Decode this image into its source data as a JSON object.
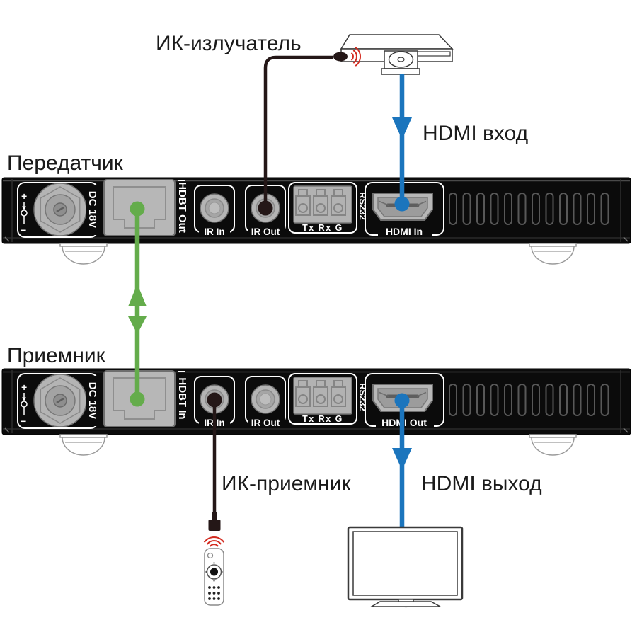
{
  "colors": {
    "blue": "#1b75bd",
    "green": "#64ac4b",
    "red": "#d32b20",
    "cable": "#241717",
    "panel": "#0b0b0b",
    "port": "#b5b5b5",
    "text": "#1a1a1a",
    "port_label": "#ffffff"
  },
  "callouts": {
    "ir_emitter": "ИК-излучатель",
    "hdmi_input": "HDMI вход",
    "ir_receiver": "ИК-приемник",
    "hdmi_output": "HDMI выход"
  },
  "transmitter": {
    "title": "Передатчик",
    "panel": {
      "dc": "DC 18V",
      "plus": "+",
      "minus": "−",
      "hdbt": "HDBT Out",
      "ir_in": "IR In",
      "ir_out": "IR Out",
      "rs232_pins": "Tx Rx G",
      "rs232": "RS232",
      "hdmi": "HDMI In"
    }
  },
  "receiver": {
    "title": "Приемник",
    "panel": {
      "dc": "DC 18V",
      "plus": "+",
      "minus": "−",
      "hdbt": "HDBT In",
      "ir_in": "IR In",
      "ir_out": "IR Out",
      "rs232_pins": "Tx Rx G",
      "rs232": "RS232",
      "hdmi": "HDMI Out"
    }
  },
  "icons": {
    "dvd_player": "dvd-player-source-icon",
    "tv": "tv-display-icon",
    "remote": "remote-control-icon",
    "ir_emitter_head": "ir-emitter-bulb-icon",
    "ir_receiver_head": "ir-receiver-head-icon",
    "ir_waves": "ir-signal-waves-icon",
    "hdmi_arrow": "hdmi-signal-arrow-icon",
    "hdbt_link": "hdbt-bidirectional-link-icon"
  }
}
